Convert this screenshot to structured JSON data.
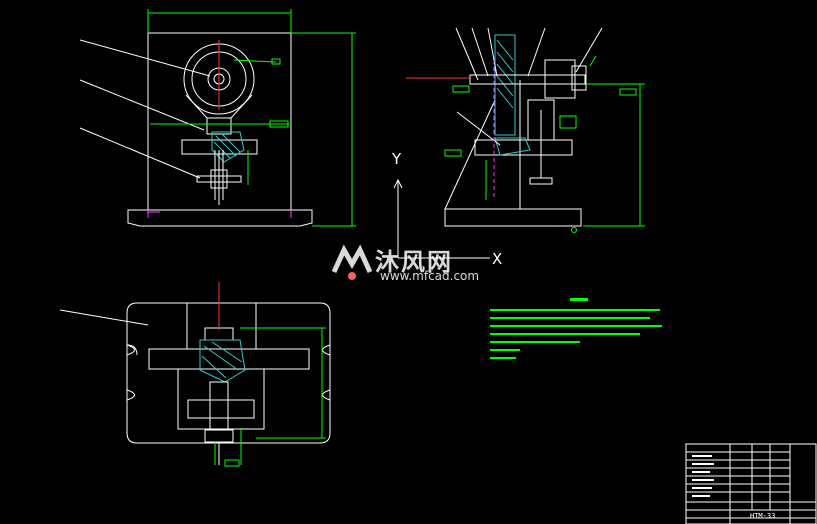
{
  "drawing": {
    "watermark_cn": "沐风网",
    "watermark_url": "www.mfcad.com",
    "axis_y": "Y",
    "axis_x": "X",
    "drawing_code": "HTM-33"
  },
  "colors": {
    "background": "#000000",
    "outline": "#ffffff",
    "dimension": "#00ff00",
    "centerline": "#ff3333",
    "section_hatch": "#33cccc",
    "hidden": "#ff33ff"
  }
}
